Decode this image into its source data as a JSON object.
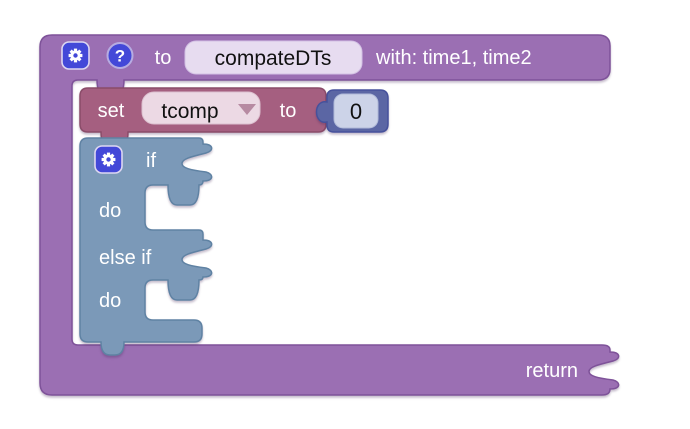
{
  "workspace": {
    "procedure_block": {
      "fill": "#9b6fb3",
      "stroke": "#7e5299",
      "to_label": "to",
      "name_value": "compateDTs",
      "params_text": "with: time1, time2",
      "return_label": "return",
      "help_glyph": "?"
    },
    "set_block": {
      "fill": "#a55f80",
      "stroke": "#8a4c69",
      "set_label": "set",
      "variable_value": "tcomp",
      "to_label": "to"
    },
    "number_block": {
      "fill": "#5b66a4",
      "stroke": "#46519b",
      "value": "0"
    },
    "if_block": {
      "fill": "#7b99b8",
      "stroke": "#5f82a3",
      "if_label": "if",
      "do_label": "do",
      "else_if_label": "else if",
      "do2_label": "do"
    },
    "icon_colors": {
      "gear_bg": "#4348d8",
      "help_bg": "#4348d8"
    }
  }
}
